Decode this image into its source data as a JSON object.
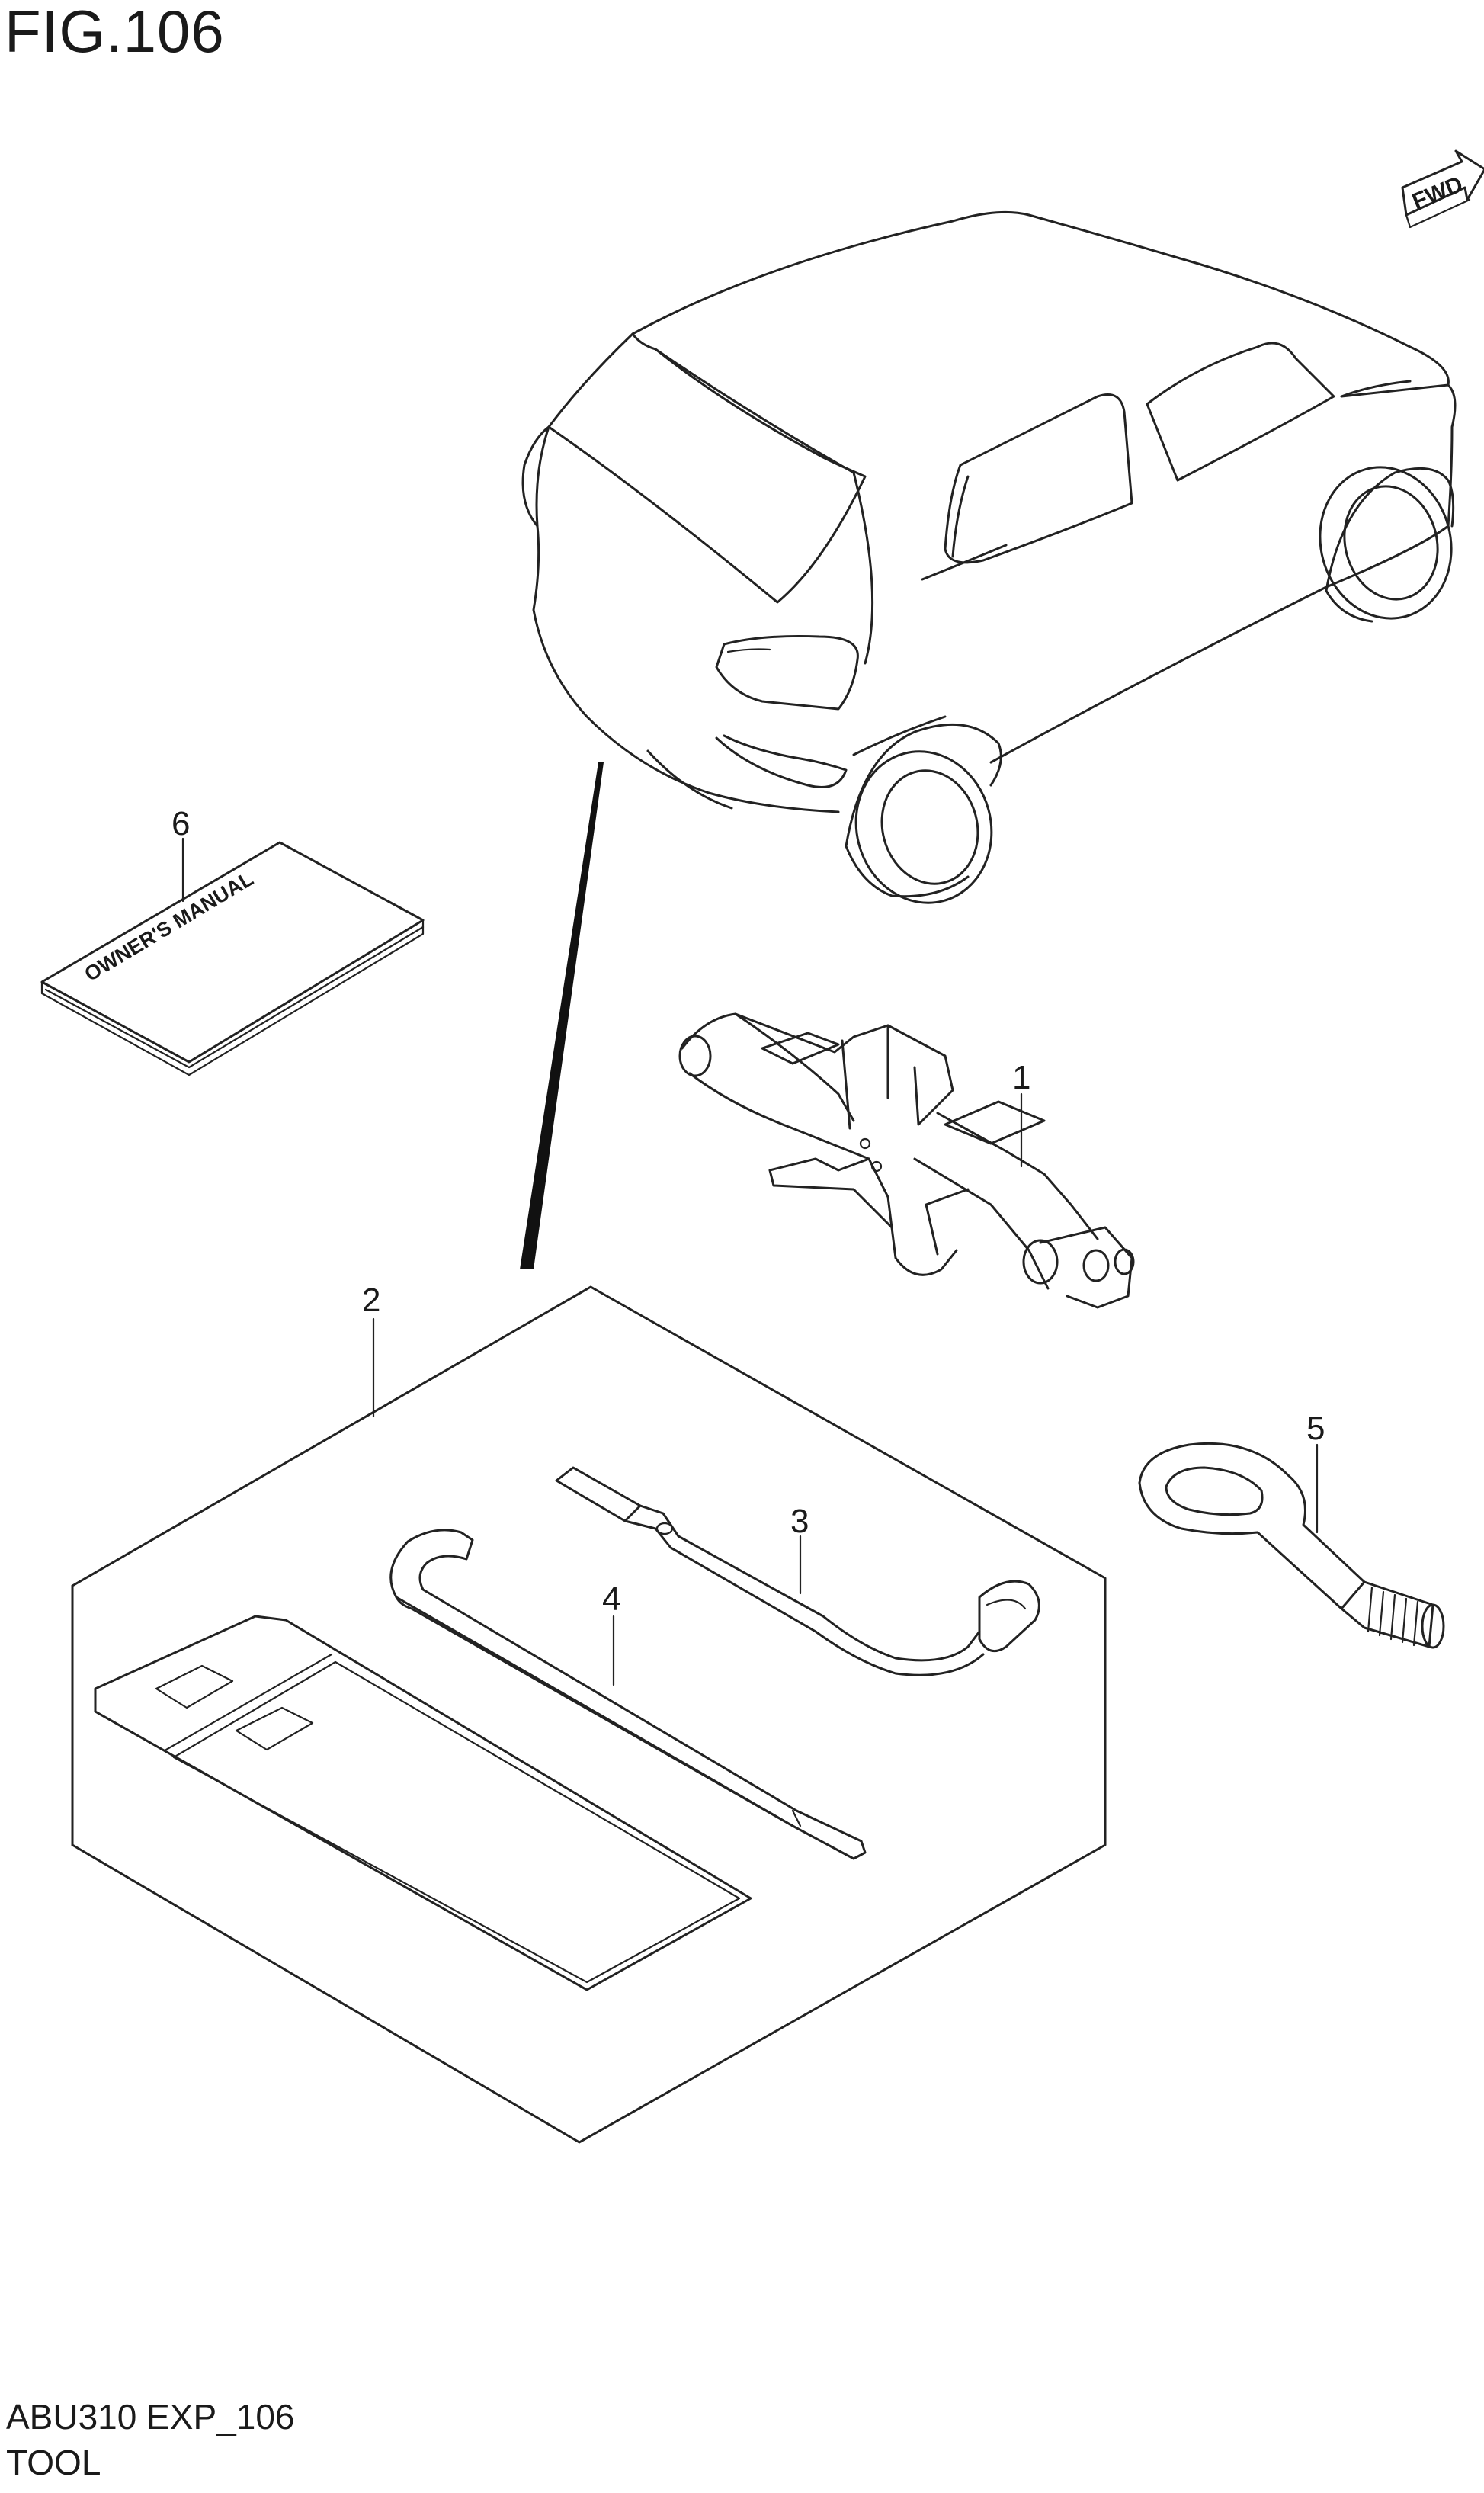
{
  "figure": {
    "title": "FIG.106",
    "code": "ABU310 EXP_106",
    "name": "TOOL"
  },
  "direction_arrow": {
    "label": "FWD"
  },
  "manual_cover_text": "OWNER'S MANUAL",
  "callouts": [
    {
      "number": "1",
      "part": "jack"
    },
    {
      "number": "2",
      "part": "tool-bag"
    },
    {
      "number": "3",
      "part": "wheel-wrench"
    },
    {
      "number": "4",
      "part": "jack-handle"
    },
    {
      "number": "5",
      "part": "towing-hook"
    },
    {
      "number": "6",
      "part": "owners-manual"
    }
  ]
}
